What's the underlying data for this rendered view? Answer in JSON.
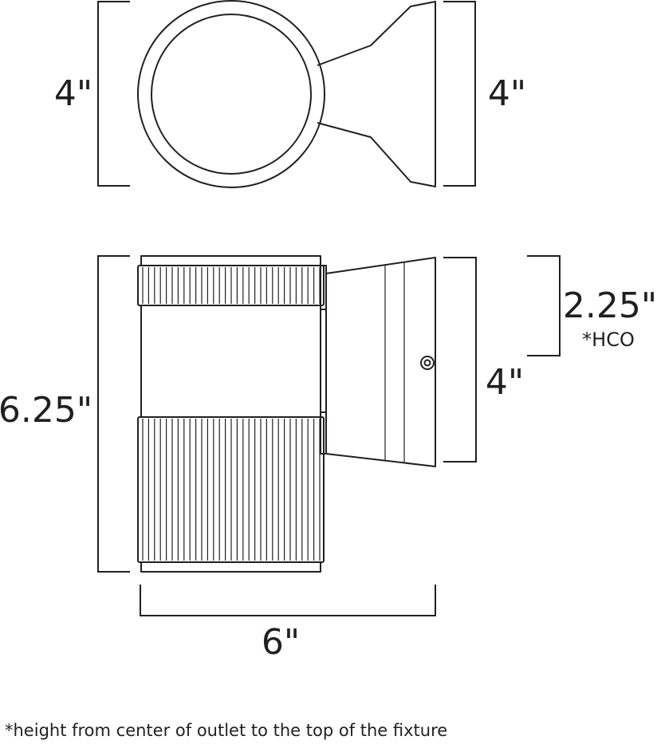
{
  "top_view": {
    "height_left": "4\"",
    "height_right": "4\""
  },
  "side_view": {
    "overall_height": "6.25\"",
    "backplate_height": "4\"",
    "hco_value": "2.25\"",
    "hco_tag": "*HCO",
    "depth": "6\""
  },
  "footnote": "*height from center of outlet to the top of the fixture",
  "colors": {
    "line": "#231f20",
    "background": "#ffffff"
  }
}
